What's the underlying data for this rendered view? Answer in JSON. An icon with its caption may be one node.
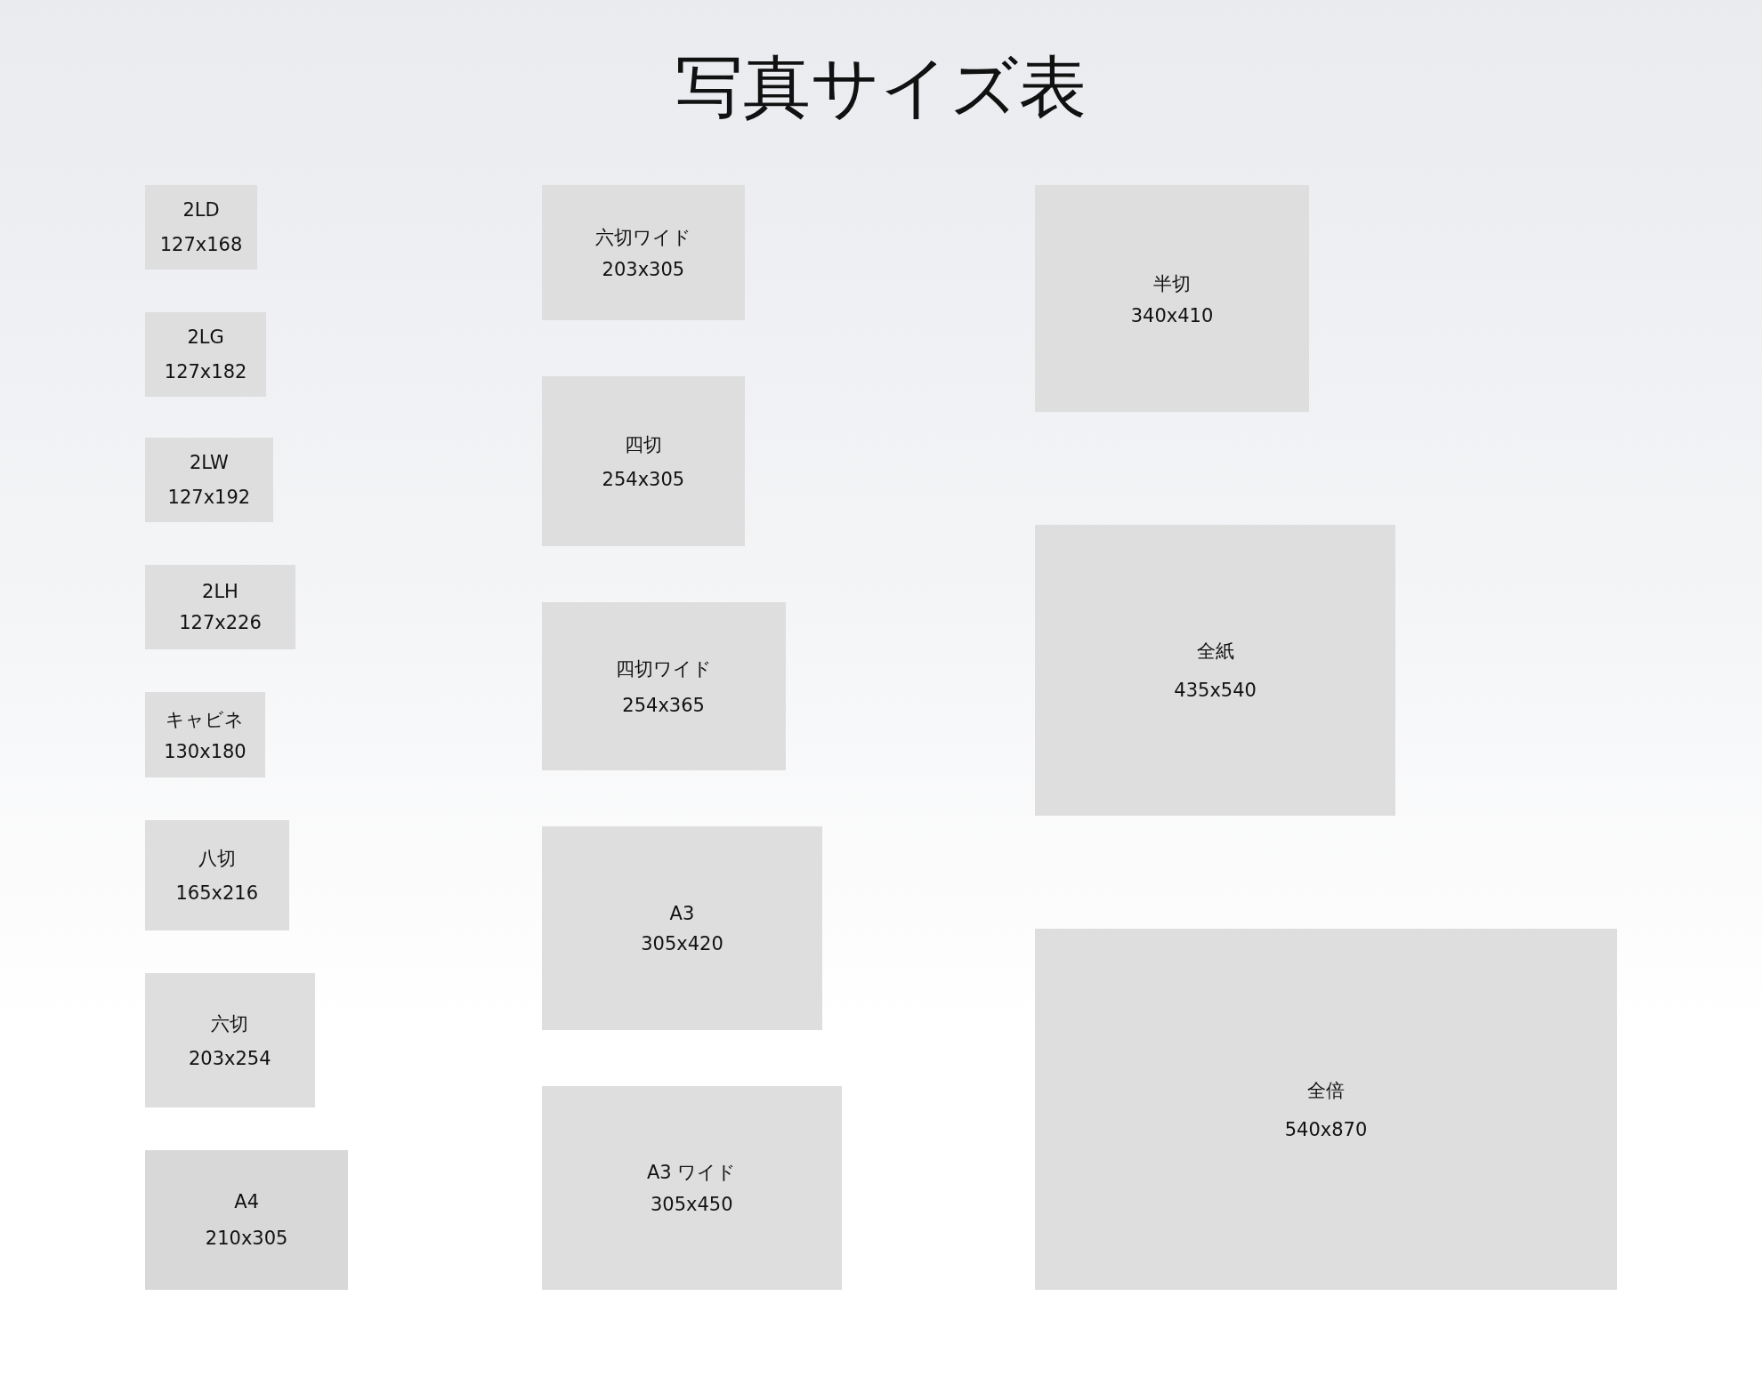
{
  "diagram": {
    "title": "写真サイズ表",
    "nodes": [
      {
        "text": [
          "2LD",
          "127x168"
        ]
      },
      {
        "text": [
          "2LG",
          "127x182"
        ]
      },
      {
        "text": [
          "2LW",
          "127x192"
        ]
      },
      {
        "text": [
          "2LH",
          "127x226"
        ]
      },
      {
        "text": [
          "キャビネ",
          "130x180"
        ]
      },
      {
        "text": [
          "八切",
          "165x216"
        ]
      },
      {
        "text": [
          "六切",
          "203x254"
        ]
      },
      {
        "text": [
          "A4",
          "210x305"
        ]
      },
      {
        "text": [
          "六切ワイド",
          "203x305"
        ]
      },
      {
        "text": [
          "四切",
          "254x305"
        ]
      },
      {
        "text": [
          "四切ワイド",
          "254x365"
        ]
      },
      {
        "text": [
          "A3",
          "305x420"
        ]
      },
      {
        "text": [
          "A3 ワイド",
          "305x450"
        ]
      },
      {
        "text": [
          "半切",
          "340x410"
        ]
      },
      {
        "text": [
          "全紙",
          "435x540"
        ]
      },
      {
        "text": [
          "全倍",
          "540x870"
        ]
      }
    ]
  }
}
